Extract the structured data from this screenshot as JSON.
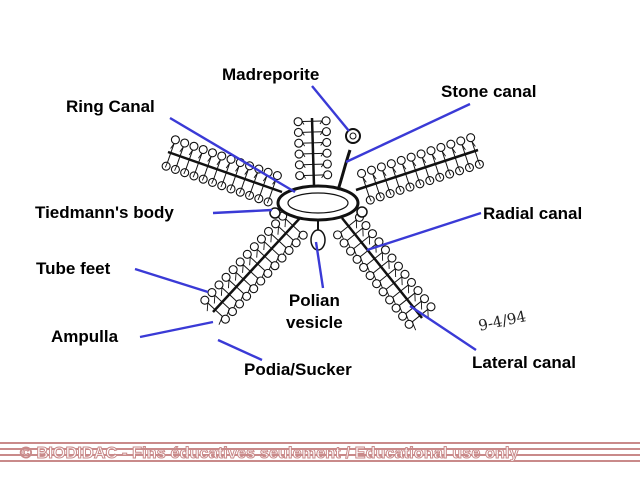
{
  "labels": {
    "madreporite": "Madreporite",
    "stone_canal": "Stone canal",
    "ring_canal": "Ring Canal",
    "tiedmanns_body": "Tiedmann's body",
    "radial_canal": "Radial canal",
    "tube_feet": "Tube feet",
    "polian_vesicle_line1": "Polian",
    "polian_vesicle_line2": "vesicle",
    "ampulla": "Ampulla",
    "podia_sucker": "Podia/Sucker",
    "lateral_canal": "Lateral canal"
  },
  "signature": "9-4/94",
  "footer": "© BIODIDAC - Fins éducatives seulement / Educational use only",
  "colors": {
    "leader": "#3a3ad6",
    "ink": "#111111",
    "footer": "#c98a8a"
  }
}
